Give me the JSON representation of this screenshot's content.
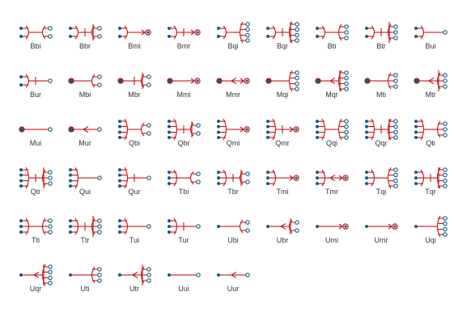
{
  "colors": {
    "line": "#c0161c",
    "terminal_fill": "#1a5a7a",
    "terminal_ring": "#ffffff",
    "text": "#333333"
  },
  "glyphs": [
    {
      "label": "Bbi",
      "L": "b2",
      "M": "none",
      "R": "i2"
    },
    {
      "label": "Bbr",
      "L": "b2",
      "M": "bar",
      "R": "r2"
    },
    {
      "label": "Bmi",
      "L": "b2",
      "M": "none",
      "R": "mi"
    },
    {
      "label": "Bmr",
      "L": "b2",
      "M": "bar",
      "R": "mr"
    },
    {
      "label": "Bqi",
      "L": "b2",
      "M": "none",
      "R": "i4"
    },
    {
      "label": "Bqr",
      "L": "b2",
      "M": "bar",
      "R": "r4"
    },
    {
      "label": "Bti",
      "L": "b2",
      "M": "none",
      "R": "i3"
    },
    {
      "label": "Btr",
      "L": "b2",
      "M": "bar",
      "R": "r3"
    },
    {
      "label": "Bui",
      "L": "b2",
      "M": "none",
      "R": "u"
    },
    {
      "label": "Bur",
      "L": "b2",
      "M": "bar",
      "R": "u"
    },
    {
      "label": "Mbi",
      "L": "m",
      "M": "none",
      "R": "i2"
    },
    {
      "label": "Mbr",
      "L": "m",
      "M": "bar",
      "R": "r2"
    },
    {
      "label": "Mmi",
      "L": "m",
      "M": "none",
      "R": "mi"
    },
    {
      "label": "Mmr",
      "L": "m",
      "M": "arrow",
      "R": "mr"
    },
    {
      "label": "Mqi",
      "L": "m",
      "M": "none",
      "R": "i4"
    },
    {
      "label": "Mqr",
      "L": "m",
      "M": "arrow",
      "R": "r4"
    },
    {
      "label": "Mti",
      "L": "m",
      "M": "none",
      "R": "i3"
    },
    {
      "label": "Mtr",
      "L": "m",
      "M": "arrow",
      "R": "r3"
    },
    {
      "label": "Mui",
      "L": "m",
      "M": "none",
      "R": "u"
    },
    {
      "label": "Mur",
      "L": "m",
      "M": "arrow",
      "R": "u"
    },
    {
      "label": "Qbi",
      "L": "q4",
      "M": "none",
      "R": "i2"
    },
    {
      "label": "Qbr",
      "L": "q4",
      "M": "bar",
      "R": "r2"
    },
    {
      "label": "Qmi",
      "L": "q4",
      "M": "none",
      "R": "mi"
    },
    {
      "label": "Qmr",
      "L": "q4",
      "M": "bar",
      "R": "mr"
    },
    {
      "label": "Qqi",
      "L": "q4",
      "M": "none",
      "R": "i4"
    },
    {
      "label": "Qqr",
      "L": "q4",
      "M": "bar",
      "R": "r4"
    },
    {
      "label": "Qti",
      "L": "q4",
      "M": "none",
      "R": "i3"
    },
    {
      "label": "Qtr",
      "L": "q4",
      "M": "bar",
      "R": "r3"
    },
    {
      "label": "Qui",
      "L": "q4",
      "M": "none",
      "R": "u"
    },
    {
      "label": "Qur",
      "L": "q4",
      "M": "bar",
      "R": "u"
    },
    {
      "label": "Tbi",
      "L": "t3",
      "M": "none",
      "R": "i2"
    },
    {
      "label": "Tbr",
      "L": "t3",
      "M": "bar",
      "R": "r2"
    },
    {
      "label": "Tmi",
      "L": "t3",
      "M": "none",
      "R": "mi"
    },
    {
      "label": "Tmr",
      "L": "t3",
      "M": "arrow",
      "R": "mr"
    },
    {
      "label": "Tqi",
      "L": "t3",
      "M": "none",
      "R": "i4"
    },
    {
      "label": "Tqr",
      "L": "t3",
      "M": "bar",
      "R": "r4"
    },
    {
      "label": "Tti",
      "L": "t3",
      "M": "none",
      "R": "i3"
    },
    {
      "label": "Ttr",
      "L": "t3",
      "M": "bar",
      "R": "r3"
    },
    {
      "label": "Tui",
      "L": "t3",
      "M": "none",
      "R": "u"
    },
    {
      "label": "Tur",
      "L": "t3",
      "M": "bar",
      "R": "u"
    },
    {
      "label": "Ubi",
      "L": "u",
      "M": "none",
      "R": "i2"
    },
    {
      "label": "Ubr",
      "L": "u",
      "M": "arrow",
      "R": "r2"
    },
    {
      "label": "Umi",
      "L": "u",
      "M": "none",
      "R": "mi"
    },
    {
      "label": "Umr",
      "L": "u",
      "M": "none",
      "R": "mr"
    },
    {
      "label": "Uqi",
      "L": "u",
      "M": "none",
      "R": "i4"
    },
    {
      "label": "Uqr",
      "L": "u",
      "M": "arrow",
      "R": "r4"
    },
    {
      "label": "Uti",
      "L": "u",
      "M": "none",
      "R": "i3"
    },
    {
      "label": "Utr",
      "L": "u",
      "M": "arrow",
      "R": "r3"
    },
    {
      "label": "Uui",
      "L": "u",
      "M": "none",
      "R": "u"
    },
    {
      "label": "Uur",
      "L": "u",
      "M": "arrow",
      "R": "u"
    }
  ]
}
